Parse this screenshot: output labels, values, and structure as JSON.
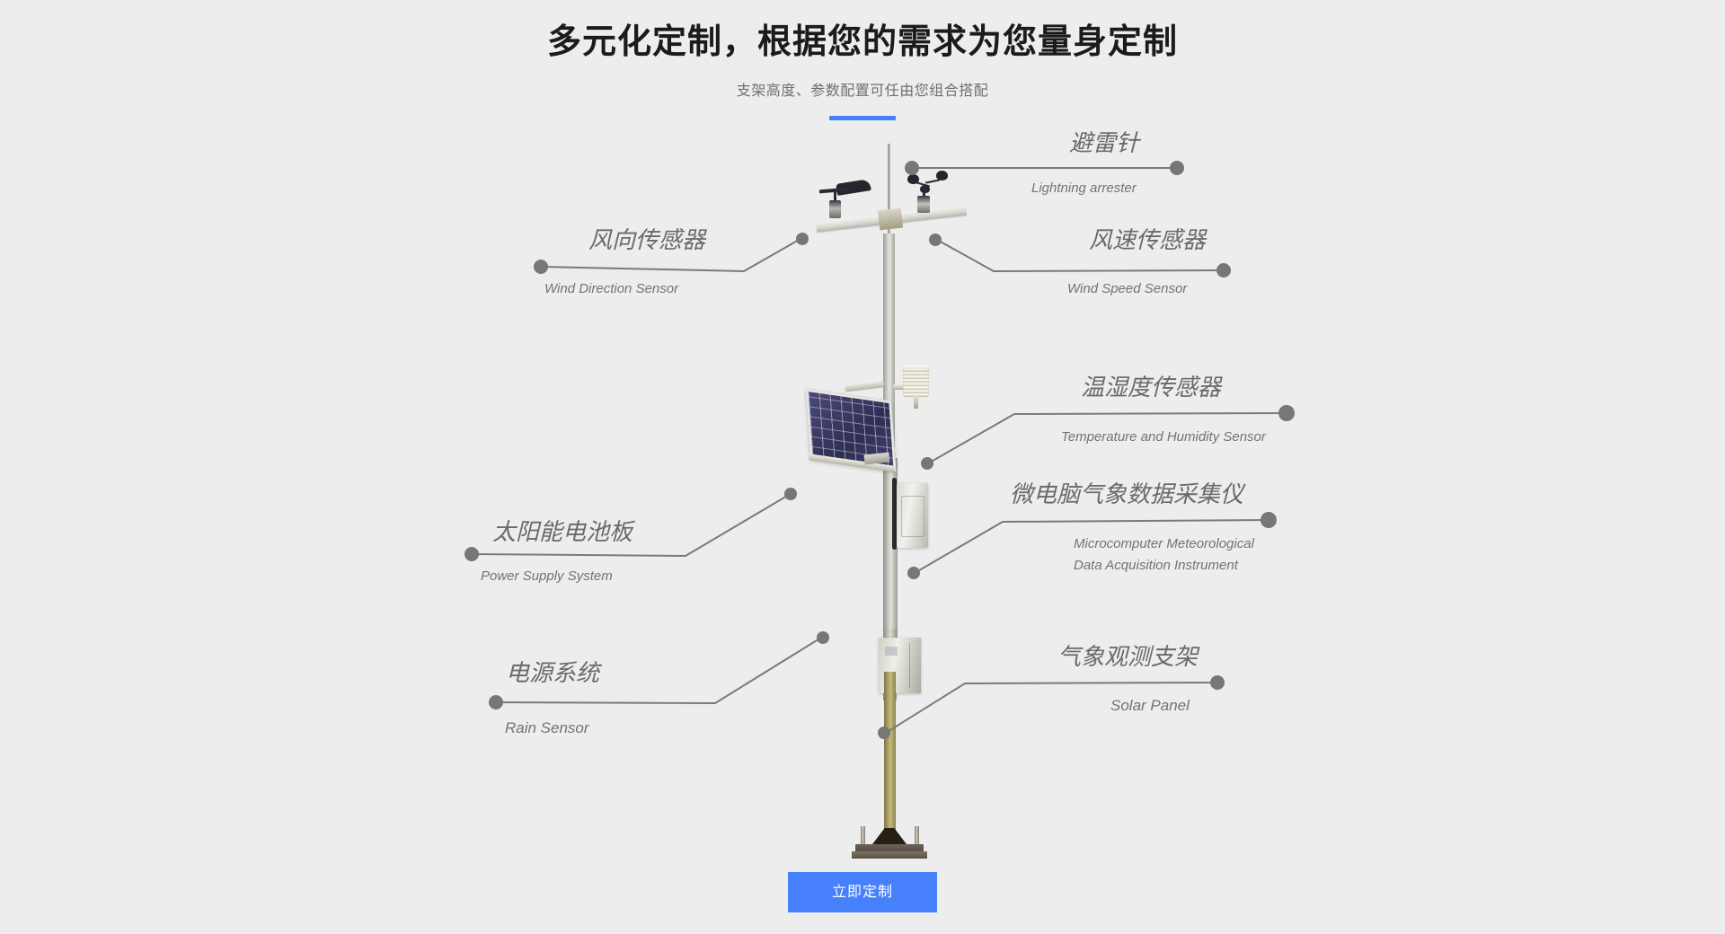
{
  "header": {
    "title": "多元化定制，根据您的需求为您量身定制",
    "subtitle": "支架高度、参数配置可任由您组合搭配",
    "accent_color": "#4680fa"
  },
  "diagram": {
    "alt": "weather-station-photo",
    "callouts": [
      {
        "id": "lightning-arrester",
        "cn": "避雷针",
        "en": "Lightning arrester"
      },
      {
        "id": "wind-direction-sensor",
        "cn": "风向传感器",
        "en": "Wind Direction Sensor"
      },
      {
        "id": "wind-speed-sensor",
        "cn": "风速传感器",
        "en": "Wind Speed Sensor"
      },
      {
        "id": "temperature-humidity-sensor",
        "cn": "温湿度传感器",
        "en": "Temperature and Humidity Sensor"
      },
      {
        "id": "data-acquisition-instrument",
        "cn": "微电脑气象数据采集仪",
        "en_line1": "Microcomputer Meteorological",
        "en_line2": "Data Acquisition Instrument"
      },
      {
        "id": "power-supply-system",
        "cn": "太阳能电池板",
        "en": "Power Supply System"
      },
      {
        "id": "rain-sensor",
        "cn": "电源系统",
        "en": "Rain Sensor"
      },
      {
        "id": "solar-panel-bracket",
        "cn": "气象观测支架",
        "en": "Solar Panel"
      }
    ],
    "leader_color": "#7a7a7a",
    "dot_color": "#777777"
  },
  "cta": {
    "label": "立即定制",
    "background": "#4680fa",
    "text_color": "#ffffff"
  }
}
